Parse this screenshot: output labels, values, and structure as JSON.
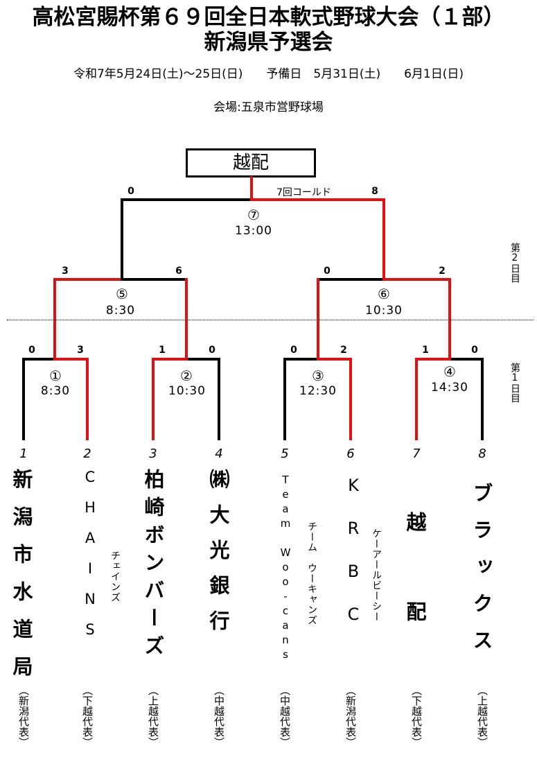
{
  "header": {
    "title_line1": "高松宮賜杯第６９回全日本軟式野球大会（１部）",
    "title_line2": "新潟県予選会",
    "dates": "令和7年5月24日(土)～25日(日)　　予備日　5月31日(土)　　6月1日(日)",
    "venue": "会場:五泉市営野球場"
  },
  "champion": "越配",
  "final": {
    "no": "⑦",
    "time": "13:00",
    "note": "7回コールド",
    "score_left": "0",
    "score_right": "8"
  },
  "semis": [
    {
      "no": "⑤",
      "time": "8:30",
      "score_left": "3",
      "score_right": "6"
    },
    {
      "no": "⑥",
      "time": "10:30",
      "score_left": "0",
      "score_right": "2"
    }
  ],
  "first_round": [
    {
      "no": "①",
      "time": "8:30",
      "score_left": "0",
      "score_right": "3"
    },
    {
      "no": "②",
      "time": "10:30",
      "score_left": "1",
      "score_right": "0"
    },
    {
      "no": "③",
      "time": "12:30",
      "score_left": "0",
      "score_right": "2"
    },
    {
      "no": "④",
      "time": "14:30",
      "score_left": "1",
      "score_right": "0"
    }
  ],
  "day_labels": {
    "day2": "第2日目",
    "day1": "第1日目"
  },
  "teams": [
    {
      "seed": "1",
      "name": "新潟市水道局",
      "kana": "",
      "rep": "（新潟代表）"
    },
    {
      "seed": "2",
      "name": "CHAINS",
      "kana": "チェインズ",
      "rep": "（下越代表）"
    },
    {
      "seed": "3",
      "name": "柏崎ボンバーズ",
      "kana": "",
      "rep": "（上越代表）"
    },
    {
      "seed": "4",
      "name": "㈱大光銀行",
      "kana": "",
      "rep": "（中越代表）"
    },
    {
      "seed": "5",
      "name": "Team Woo-cans",
      "kana": "チーム　ウーキャンズ",
      "rep": "（中越代表）"
    },
    {
      "seed": "6",
      "name": "KRBC",
      "kana": "ケーアールビーシー",
      "rep": "（新潟代表）"
    },
    {
      "seed": "7",
      "name": "越配",
      "kana": "",
      "rep": "（下越代表）"
    },
    {
      "seed": "8",
      "name": "ブラックス",
      "kana": "",
      "rep": "（上越代表）"
    }
  ],
  "colors": {
    "winner_line": "#e21010",
    "loser_line": "#000000"
  }
}
